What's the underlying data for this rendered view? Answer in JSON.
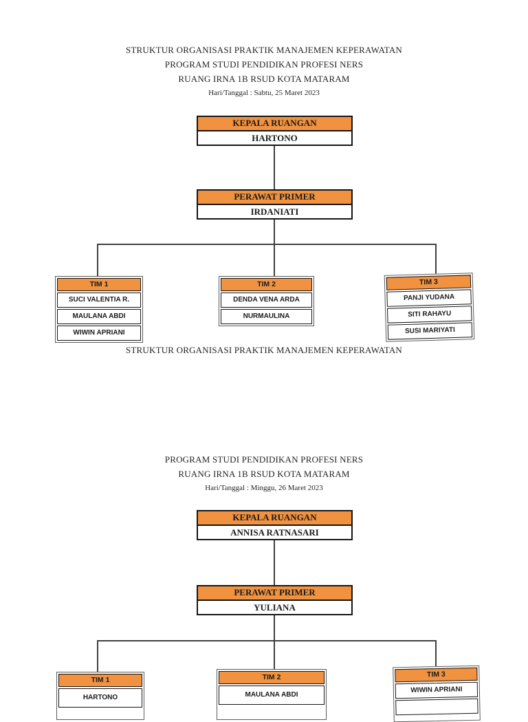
{
  "colors": {
    "header_orange": "#F0923F",
    "box_border": "#141414",
    "connector": "#3f3f3f",
    "page_background": "#ffffff"
  },
  "sections": [
    {
      "title_lines": [
        "STRUKTUR ORGANISASI PRAKTIK MANAJEMEN KEPERAWATAN",
        "PROGRAM STUDI PENDIDIKAN PROFESI NERS",
        "RUANG IRNA 1B RSUD KOTA MATARAM"
      ],
      "date_line": "Hari/Tanggal : Sabtu, 25 Maret 2023",
      "kepala": {
        "title": "KEPALA RUANGAN",
        "name": "HARTONO"
      },
      "perawat": {
        "title": "PERAWAT PRIMER",
        "name": "IRDANIATI"
      },
      "teams": [
        {
          "label": "TIM 1",
          "members": [
            "SUCI VALENTIA R.",
            "MAULANA ABDI",
            "WIWIN APRIANI"
          ]
        },
        {
          "label": "TIM 2",
          "members": [
            "DENDA VENA ARDA",
            "NURMAULINA"
          ]
        },
        {
          "label": "TIM 3",
          "members": [
            "PANJI YUDANA",
            "SITI RAHAYU",
            "SUSI MARIYATI"
          ]
        }
      ],
      "caption": "STRUKTUR ORGANISASI PRAKTIK MANAJEMEN KEPERAWATAN"
    },
    {
      "title_lines": [
        "PROGRAM STUDI PENDIDIKAN PROFESI NERS",
        "RUANG IRNA 1B RSUD KOTA MATARAM"
      ],
      "date_line": "Hari/Tanggal : Minggu, 26 Maret 2023",
      "kepala": {
        "title": "KEPALA RUANGAN",
        "name": "ANNISA RATNASARI"
      },
      "perawat": {
        "title": "PERAWAT PRIMER",
        "name": "YULIANA"
      },
      "teams": [
        {
          "label": "TIM 1",
          "members": [
            "HARTONO"
          ]
        },
        {
          "label": "TIM 2",
          "members": [
            "MAULANA ABDI"
          ]
        },
        {
          "label": "TIM 3",
          "members": [
            "WIWIN APRIANI"
          ]
        }
      ]
    }
  ]
}
